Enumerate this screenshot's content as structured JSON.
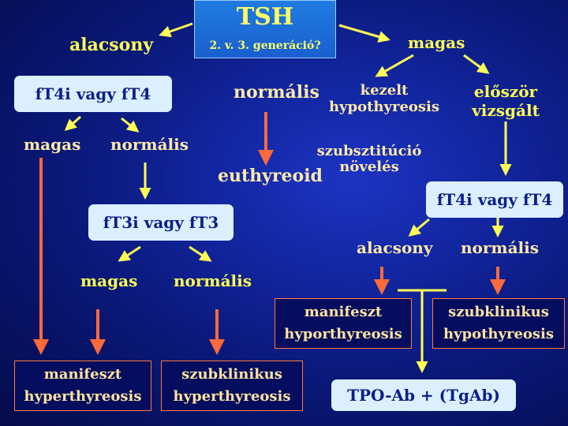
{
  "tsh": {
    "title": "TSH",
    "subtitle": "2. v. 3. generáció?"
  },
  "branches": {
    "low": "alacsony",
    "normal": "normális",
    "high": "magas"
  },
  "left": {
    "box_ft4": "fT4i vagy fT4",
    "high": "magas",
    "normal": "normális",
    "box_ft3": "fT3i vagy fT3",
    "ft3_high": "magas",
    "ft3_normal": "normális",
    "result_manifest": [
      "manifeszt",
      "hyperthyreosis"
    ],
    "result_subclinical": [
      "szubklinikus",
      "hyperthyreosis"
    ]
  },
  "center": {
    "euthyreoid": "euthyreoid"
  },
  "right": {
    "treated": [
      "kezelt",
      "hypothyreosis"
    ],
    "first_exam": [
      "először",
      "vizsgált"
    ],
    "substitution": [
      "szubsztitúció",
      "növelés"
    ],
    "box_ft4": "fT4i vagy fT4",
    "low": "alacsony",
    "normal": "normális",
    "result_manifest": [
      "manifeszt",
      "hyporthyreosis"
    ],
    "result_subclinical": [
      "szubklinikus",
      "hypothyreosis"
    ],
    "tpo": "TPO-Ab + (TgAb)"
  },
  "colors": {
    "yellow": "#ffff55",
    "orange": "#ff6a3a",
    "pill": "#dcefff",
    "text_dark": "#0a1f8c"
  }
}
